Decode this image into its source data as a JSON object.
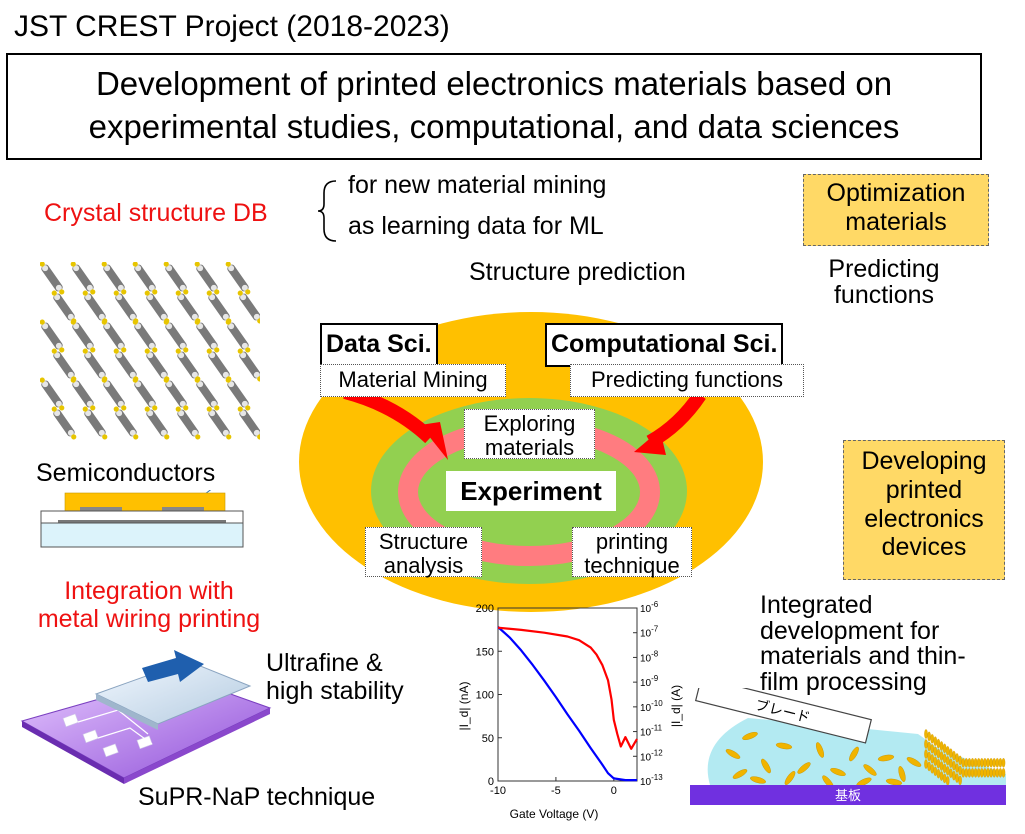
{
  "project": "JST CREST Project (2018-2023)",
  "title_line1": "Development of printed electronics materials based on",
  "title_line2": "experimental studies, computational, and data sciences",
  "crystal_db": "Crystal structure DB",
  "db_use1": "for new material mining",
  "db_use2": "as learning data for ML",
  "structure_prediction": "Structure prediction",
  "optimization_line1": "Optimization",
  "optimization_line2": "materials",
  "predicting_line1": "Predicting",
  "predicting_line2": "functions",
  "data_sci": "Data Sci.",
  "comp_sci": "Computational Sci.",
  "material_mining": "Material Mining",
  "predicting_functions": "Predicting functions",
  "exploring_line1": "Exploring",
  "exploring_line2": "materials",
  "experiment": "Experiment",
  "structure_line1": "Structure",
  "structure_line2": "analysis",
  "printing_line1": "printing",
  "printing_line2": "technique",
  "semiconductors": "Semiconductors",
  "integration_line1": "Integration with",
  "integration_line2": "metal wiring printing",
  "developing_lines": [
    "Developing",
    "printed",
    "electronics",
    "devices"
  ],
  "ultrafine_line1": "Ultrafine &",
  "ultrafine_line2": "high stability",
  "suprnap": "SuPR-NaP technique",
  "integrated_lines": [
    "Integrated",
    "development for",
    "materials and thin-",
    "film processing"
  ],
  "blade_label": "ブレード",
  "substrate_label": "基板",
  "colors": {
    "accent_red": "#ee1111",
    "orange": "#ffc000",
    "green": "#92d050",
    "pink": "#ff7c80",
    "yellow_box": "#ffd966",
    "curve_red": "#ff0000",
    "curve_blue": "#0000ff"
  },
  "chart_data": {
    "type": "line",
    "xlabel": "Gate Voltage (V)",
    "ylabel": "|I_d| (nA)",
    "ylabel_right": "|I_d| (A)",
    "xlim": [
      -10,
      2
    ],
    "ylim": [
      0,
      200
    ],
    "x_ticks": [
      "-10",
      "-5",
      "0"
    ],
    "y_ticks": [
      "0",
      "50",
      "100",
      "150",
      "200"
    ],
    "y_right_ticks": [
      "10^-13",
      "10^-12",
      "10^-11",
      "10^-10",
      "10^-9",
      "10^-8",
      "10^-7",
      "10^-6"
    ],
    "series": [
      {
        "axis": "left",
        "color": "#0000ff",
        "x": [
          -10,
          -9,
          -8,
          -7,
          -6,
          -5,
          -4,
          -3,
          -2,
          -1,
          -0.5,
          0,
          1,
          2
        ],
        "y": [
          178,
          166,
          151,
          134,
          116,
          97,
          77,
          58,
          38,
          19,
          9,
          3,
          1,
          1
        ]
      },
      {
        "axis": "right_log",
        "color": "#ff0000",
        "x": [
          -10,
          -8,
          -6,
          -4,
          -3,
          -2,
          -1.5,
          -1,
          -0.5,
          -0.2,
          0,
          0.3,
          0.6,
          1,
          1.5,
          2
        ],
        "y": [
          1.6e-07,
          1.3e-07,
          1e-07,
          7e-08,
          5e-08,
          2.5e-08,
          1.3e-08,
          5e-09,
          1.2e-09,
          2e-10,
          3e-11,
          8e-12,
          2.5e-12,
          6e-12,
          2e-12,
          5e-12
        ]
      }
    ]
  }
}
